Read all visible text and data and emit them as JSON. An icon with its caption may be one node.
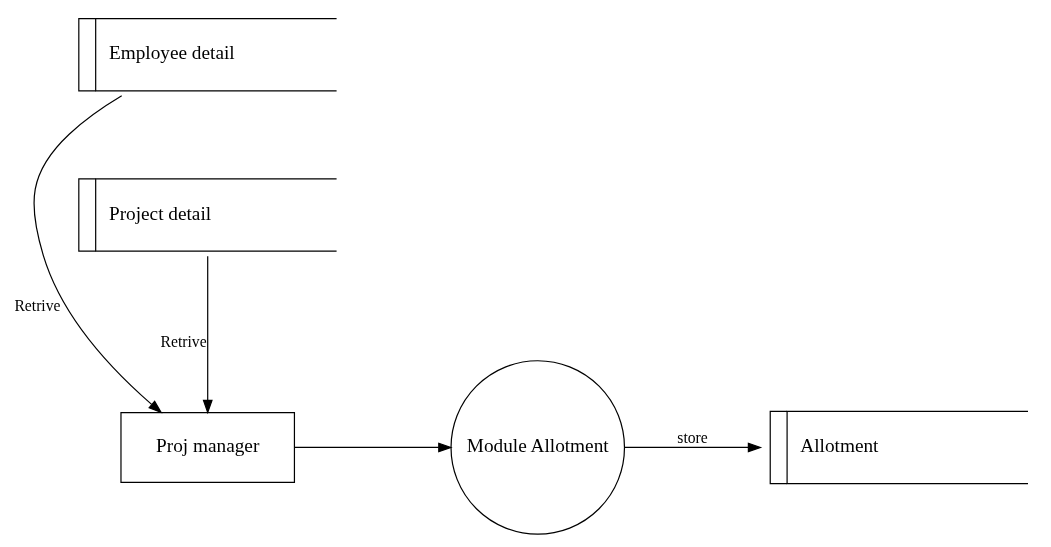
{
  "diagram": {
    "nodes": [
      {
        "text": [
          "Employee detail"
        ]
      },
      {
        "text": [
          "Proj manager"
        ]
      },
      {
        "text": [
          "Module Allotment"
        ]
      },
      {
        "text": [
          "Allotment"
        ]
      },
      {
        "text": [
          "Project detail"
        ]
      }
    ],
    "edges": [
      {
        "from": 0,
        "to": 1,
        "arrow": "to",
        "label": "Retrive"
      },
      {
        "from": 4,
        "to": 1,
        "arrow": "to",
        "label": "Retrive"
      },
      {
        "from": 1,
        "to": 2,
        "arrow": "to"
      },
      {
        "from": 2,
        "to": 3,
        "arrow": "to",
        "label": "store"
      }
    ]
  }
}
